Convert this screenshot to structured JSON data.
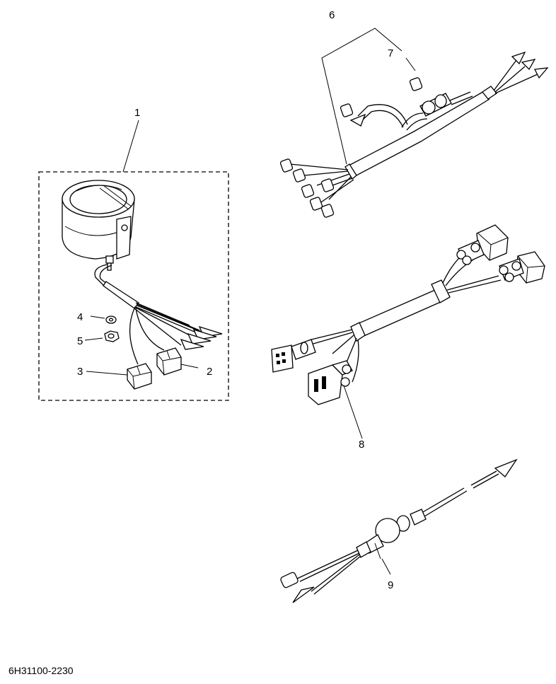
{
  "diagram_code": "6H31100-2230",
  "callouts": {
    "c1": "1",
    "c2": "2",
    "c3": "3",
    "c4": "4",
    "c5": "5",
    "c6": "6",
    "c7": "7",
    "c8": "8",
    "c9": "9"
  }
}
